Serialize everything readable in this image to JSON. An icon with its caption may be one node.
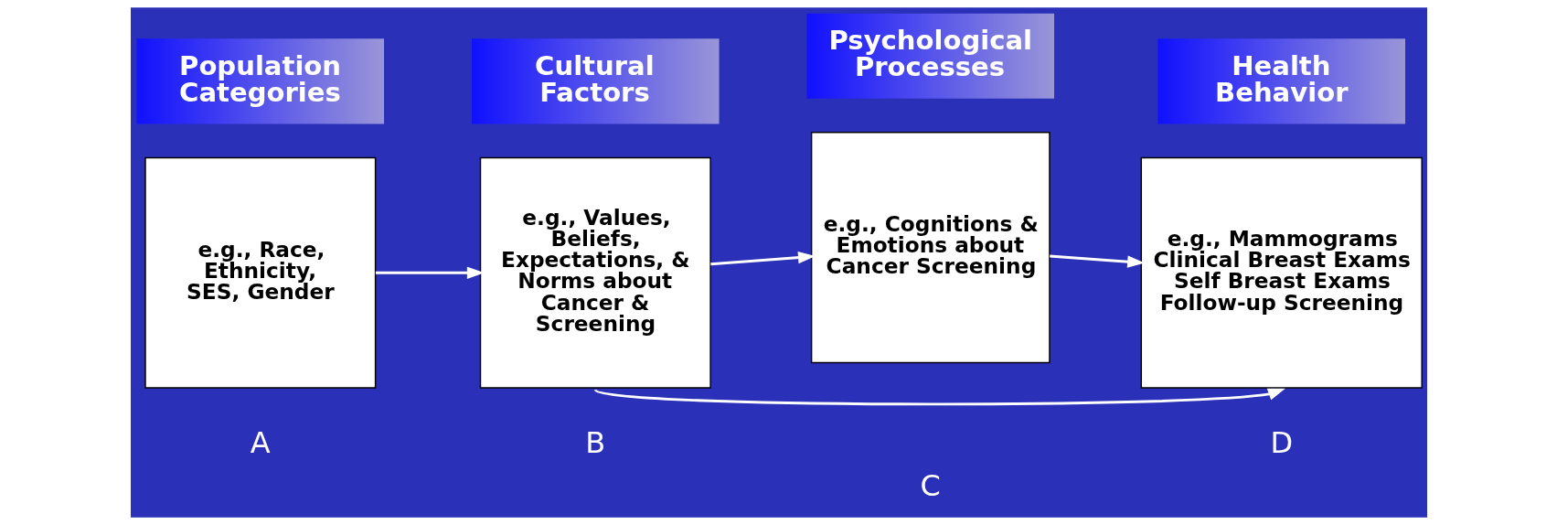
{
  "diagram": {
    "nodes": [
      {
        "text": [
          "Population Categories"
        ]
      },
      {
        "text": [
          "Cultural Factors"
        ]
      },
      {
        "text": [
          "Psychological Processes"
        ]
      },
      {
        "text": [
          "Health Behavior"
        ]
      },
      {
        "text": [
          "e.g., Race, Ethnicity, SES, Gender"
        ]
      },
      {
        "text": [
          "e.g., Values, Beliefs, Expectations, & Norms about Cancer & Screening"
        ]
      },
      {
        "text": [
          "e.g., Cognitions & Emotions about Cancer Screening"
        ]
      },
      {
        "text": [
          "e.g., Mammograms Clinical Breast Exams Self Breast Exams Follow-up Screening"
        ]
      }
    ],
    "edges": [
      {
        "from": 4,
        "to": 5,
        "arrow": "to"
      },
      {
        "from": 5,
        "to": 6,
        "arrow": "to"
      },
      {
        "from": 6,
        "to": 7,
        "arrow": "to"
      },
      {
        "from": 5,
        "to": 7,
        "arrow": "to"
      }
    ],
    "labels": [
      "A",
      "B",
      "C",
      "D"
    ]
  }
}
